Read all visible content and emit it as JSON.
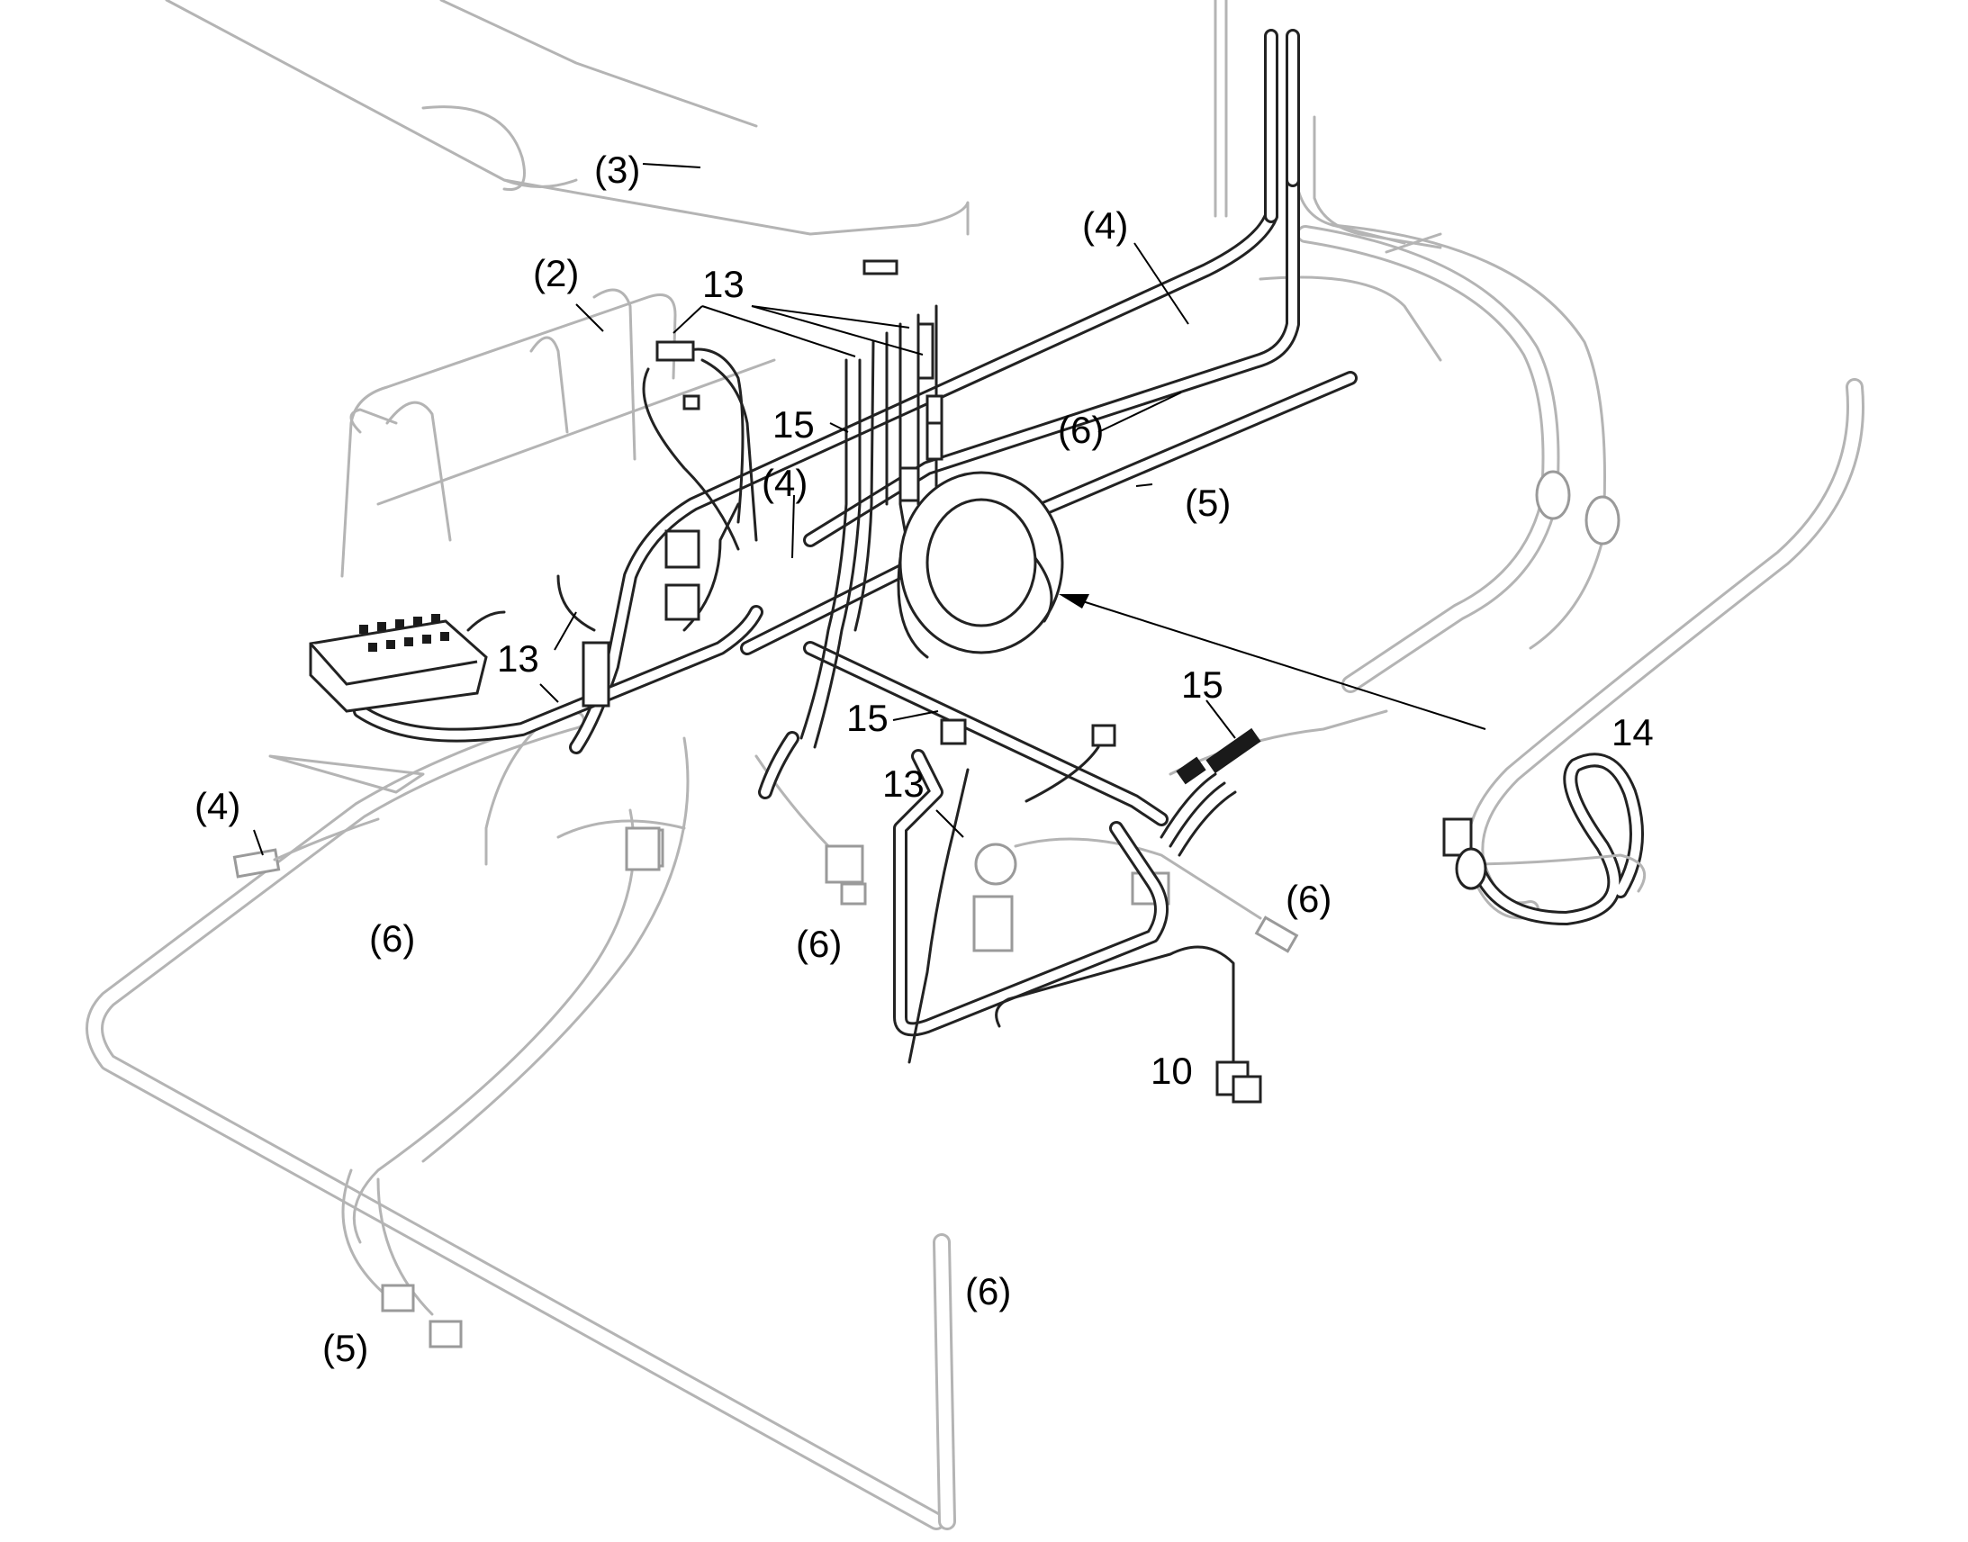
{
  "callouts": {
    "c3": "(3)",
    "c2": "(2)",
    "c13_top": "13",
    "c4_top": "(4)",
    "c6_upper": "(6)",
    "c15_upper": "15",
    "c4_mid": "(4)",
    "c5_right": "(5)",
    "c13_left": "13",
    "c15_mid": "15",
    "c15_right": "15",
    "c14": "14",
    "c4_left": "(4)",
    "c13_lower": "13",
    "c6_left": "(6)",
    "c6_center": "(6)",
    "c6_right": "(6)",
    "c10": "10",
    "c6_bottom": "(6)",
    "c5_bottom": "(5)"
  },
  "colors": {
    "background": "#ffffff",
    "highlighted_parts": "#222222",
    "context_parts": "#b4b4b4"
  }
}
